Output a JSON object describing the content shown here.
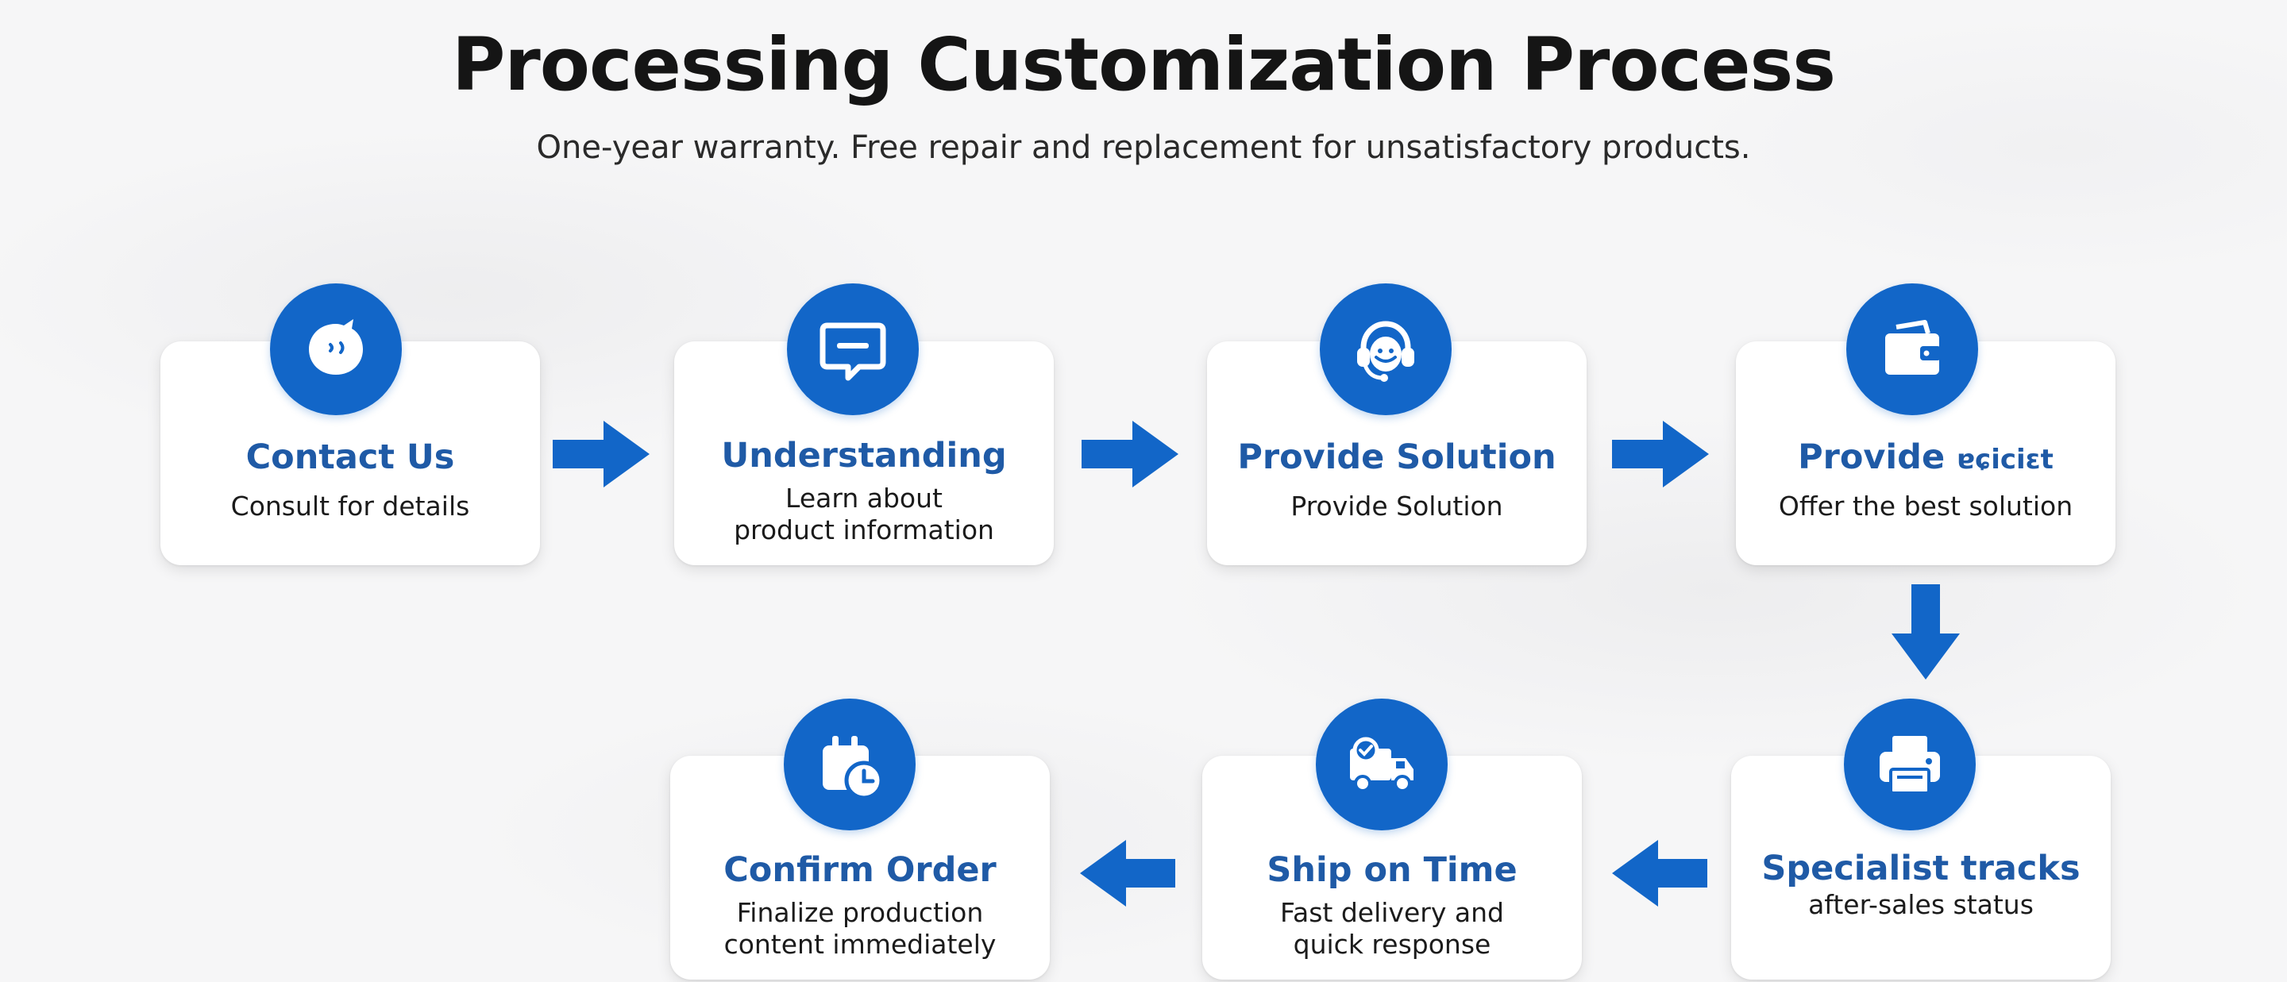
{
  "header": {
    "title": "Processing Customization Process",
    "subtitle": "One-year warranty. Free repair and replacement for unsatisfactory products."
  },
  "steps": [
    {
      "icon": "chat-bubble-icon",
      "title": "Contact Us",
      "desc": "Consult for details"
    },
    {
      "icon": "message-icon",
      "title": "Understanding",
      "desc": "Learn about\nproduct information"
    },
    {
      "icon": "headset-support-icon",
      "title": "Provide Solution",
      "desc": "Provide Solution"
    },
    {
      "icon": "wallet-icon",
      "title": "Provide",
      "title_garbled": "ɐɕiciɛt",
      "desc": "Offer the best solution"
    },
    {
      "icon": "printer-icon",
      "title": "Specialist tracks",
      "desc": "after-sales status"
    },
    {
      "icon": "delivery-truck-icon",
      "title": "Ship on Time",
      "desc": "Fast delivery and\nquick response"
    },
    {
      "icon": "calendar-clock-icon",
      "title": "Confirm Order",
      "desc": "Finalize production\ncontent immediately"
    }
  ],
  "colors": {
    "accent": "#1266c8",
    "title_text": "#1f5aa6",
    "background": "#f6f6f7"
  }
}
